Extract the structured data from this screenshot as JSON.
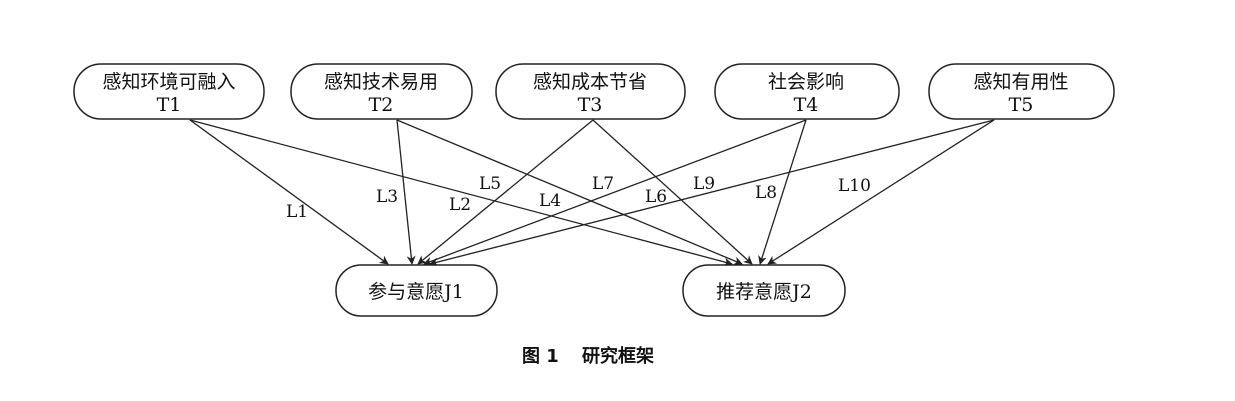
{
  "nodes": {
    "t1": {
      "line1": "感知环境可融入",
      "line2": "T1"
    },
    "t2": {
      "line1": "感知技术易用",
      "line2": "T2"
    },
    "t3": {
      "line1": "感知成本节省",
      "line2": "T3"
    },
    "t4": {
      "line1": "社会影响",
      "line2": "T4"
    },
    "t5": {
      "line1": "感知有用性",
      "line2": "T5"
    },
    "j1": {
      "label": "参与意愿J1"
    },
    "j2": {
      "label": "推荐意愿J2"
    }
  },
  "edges": {
    "l1": "L1",
    "l2": "L2",
    "l3": "L3",
    "l4": "L4",
    "l5": "L5",
    "l6": "L6",
    "l7": "L7",
    "l8": "L8",
    "l9": "L9",
    "l10": "L10"
  },
  "caption": {
    "figure": "图 1",
    "title": "研究框架"
  }
}
